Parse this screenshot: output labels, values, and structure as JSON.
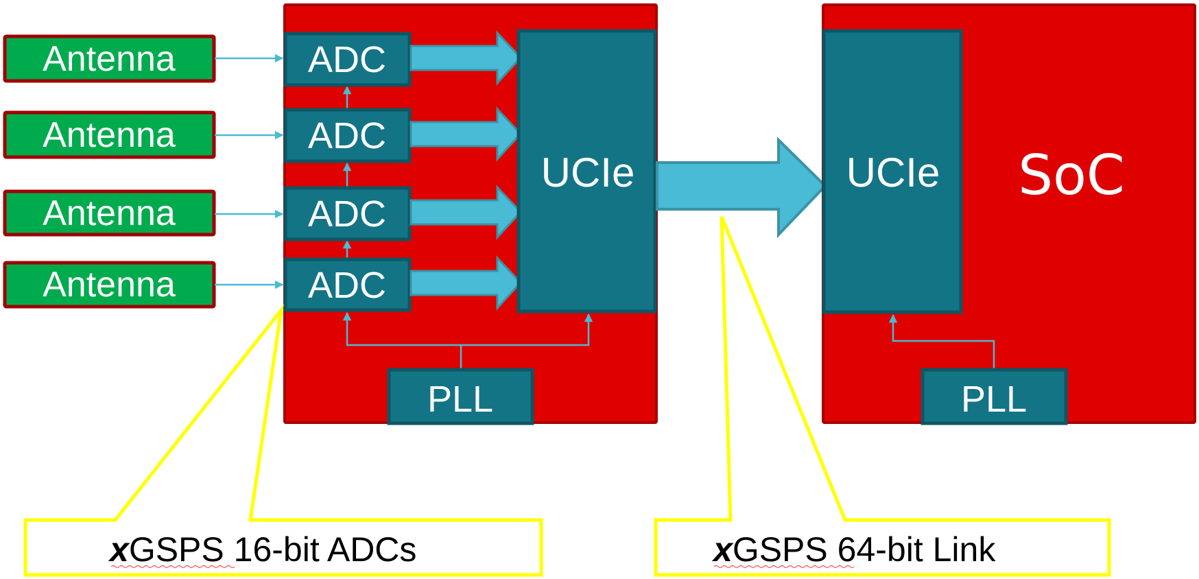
{
  "colors": {
    "chip_red": "#df0000",
    "chip_border": "#a80000",
    "block_teal": "#137486",
    "block_border": "#0e5663",
    "arrow_cyan": "#49bbd4",
    "arrow_border": "#3a93a6",
    "antenna_green": "#00ab4e",
    "antenna_border": "#a00000",
    "callout_yellow": "#ffff00",
    "spellcheck_red": "#ff4a4a"
  },
  "antennas": [
    {
      "label": "Antenna"
    },
    {
      "label": "Antenna"
    },
    {
      "label": "Antenna"
    },
    {
      "label": "Antenna"
    }
  ],
  "adc_chip": {
    "adcs": [
      {
        "label": "ADC"
      },
      {
        "label": "ADC"
      },
      {
        "label": "ADC"
      },
      {
        "label": "ADC"
      }
    ],
    "ucie_label": "UCIe",
    "pll_label": "PLL"
  },
  "soc_chip": {
    "title": "SoC",
    "ucie_label": "UCIe",
    "pll_label": "PLL"
  },
  "callouts": [
    {
      "prefix": "x",
      "text": "GSPS 16-bit ADCs"
    },
    {
      "prefix": "x",
      "text": "GSPS 64-bit Link"
    }
  ]
}
